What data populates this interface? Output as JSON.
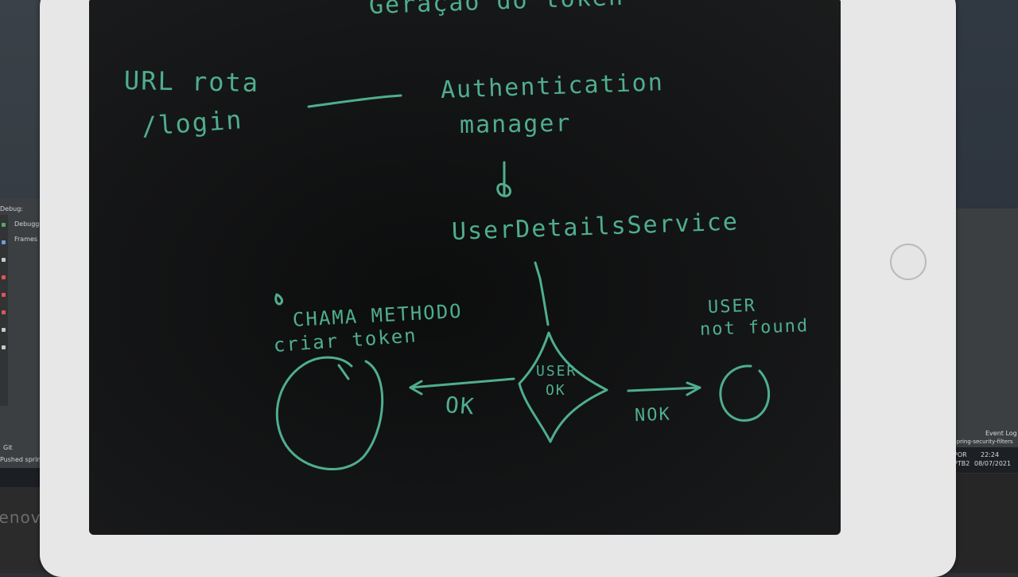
{
  "image": {
    "kind": "photo of a handwritten diagram on an LCD writing tablet",
    "ink_color": "#4fae8d",
    "screen_color": "#121314",
    "tablet_frame_color": "#e6e7e6"
  },
  "diagram": {
    "title": "Geração do token",
    "source": {
      "line1": "URL rota",
      "line2": "/login"
    },
    "auth_manager": {
      "line1": "Authentication",
      "line2": "manager"
    },
    "user_details_service": "UserDetailsService",
    "decision": {
      "line1": "USER",
      "line2": "OK"
    },
    "ok_branch": {
      "edge_label": "OK",
      "note_line1": "CHAMA METHODO",
      "note_line2": "criar token"
    },
    "nok_branch": {
      "edge_label": "NOK",
      "note_line1": "USER",
      "note_line2": "not found"
    }
  },
  "background": {
    "left_monitor": {
      "debug_label": "Debug:",
      "debugger_tab": "Debugger",
      "frames_label": "Frames",
      "git_label": "Git",
      "status_text": "Pushed spring",
      "brand": "lenovo"
    },
    "right_monitor": {
      "event_log": "Event Log",
      "project": "spring-security-filters",
      "lang_line1": "POR",
      "lang_line2": "PTB2",
      "time": "22:24",
      "date": "08/07/2021"
    }
  }
}
